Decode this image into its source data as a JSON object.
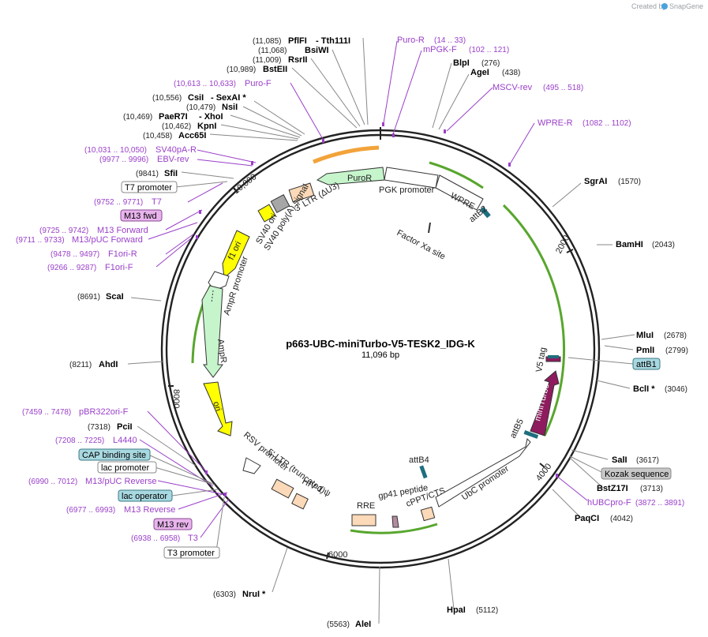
{
  "credit": {
    "text": "Created by",
    "brand": "SnapGene"
  },
  "plasmid": {
    "name": "p663-UBC-miniTurbo-V5-TESK2_IDG-K",
    "length": "11,096 bp"
  },
  "ticks": [
    "2000",
    "4000",
    "6000",
    "8000",
    "10,000"
  ],
  "sites": [
    {
      "name": "PflFI",
      "extra": "- Tth111I",
      "pos": "(11,085)"
    },
    {
      "name": "BsiWI",
      "pos": "(11,068)"
    },
    {
      "name": "RsrII",
      "pos": "(11,009)"
    },
    {
      "name": "BstEII",
      "pos": "(10,989)"
    },
    {
      "name": "CsiI",
      "extra": "- SexAI *",
      "pos": "(10,556)"
    },
    {
      "name": "NsiI",
      "pos": "(10,479)"
    },
    {
      "name": "PaeR7I",
      "extra": "- XhoI",
      "pos": "(10,469)"
    },
    {
      "name": "KpnI",
      "pos": "(10,462)"
    },
    {
      "name": "Acc65I",
      "pos": "(10,458)"
    },
    {
      "name": "SfiI",
      "pos": "(9841)"
    },
    {
      "name": "ScaI",
      "pos": "(8691)"
    },
    {
      "name": "AhdI",
      "pos": "(8211)"
    },
    {
      "name": "PciI",
      "pos": "(7318)"
    },
    {
      "name": "NruI *",
      "pos": "(6303)"
    },
    {
      "name": "AleI",
      "pos": "(5563)"
    },
    {
      "name": "HpaI",
      "pos": "(5112)"
    },
    {
      "name": "PaqCI",
      "pos": "(4042)"
    },
    {
      "name": "BstZ17I",
      "pos": "(3713)"
    },
    {
      "name": "SalI",
      "pos": "(3617)"
    },
    {
      "name": "BclI *",
      "pos": "(3046)"
    },
    {
      "name": "PmlI",
      "pos": "(2799)"
    },
    {
      "name": "MluI",
      "pos": "(2678)"
    },
    {
      "name": "BamHI",
      "pos": "(2043)"
    },
    {
      "name": "SgrAI",
      "pos": "(1570)"
    },
    {
      "name": "AgeI",
      "pos": "(438)"
    },
    {
      "name": "BlpI",
      "pos": "(276)"
    }
  ],
  "primers": [
    {
      "name": "Puro-R",
      "range": "(14 .. 33)"
    },
    {
      "name": "mPGK-F",
      "range": "(102 .. 121)"
    },
    {
      "name": "MSCV-rev",
      "range": "(495 .. 518)"
    },
    {
      "name": "WPRE-R",
      "range": "(1082 .. 1102)"
    },
    {
      "name": "Puro-F",
      "range": "(10,613 .. 10,633)"
    },
    {
      "name": "SV40pA-R",
      "range": "(10,031 .. 10,050)"
    },
    {
      "name": "EBV-rev",
      "range": "(9977 .. 9996)"
    },
    {
      "name": "T7",
      "range": "(9752 .. 9771)"
    },
    {
      "name": "M13 Forward",
      "range": "(9725 .. 9742)"
    },
    {
      "name": "M13/pUC Forward",
      "range": "(9711 .. 9733)"
    },
    {
      "name": "F1ori-R",
      "range": "(9478 .. 9497)"
    },
    {
      "name": "F1ori-F",
      "range": "(9266 .. 9287)"
    },
    {
      "name": "pBR322ori-F",
      "range": "(7459 .. 7478)"
    },
    {
      "name": "L4440",
      "range": "(7208 .. 7225)"
    },
    {
      "name": "M13/pUC Reverse",
      "range": "(6990 .. 7012)"
    },
    {
      "name": "M13 Reverse",
      "range": "(6977 .. 6993)"
    },
    {
      "name": "T3",
      "range": "(6938 .. 6958)"
    },
    {
      "name": "hUBCpro-F",
      "range": "(3872 .. 3891)"
    }
  ],
  "boxed_labels": {
    "t7_promoter": "T7 promoter",
    "m13_fwd": "M13 fwd",
    "cap_site": "CAP binding site",
    "lac_promoter": "lac promoter",
    "lac_operator": "lac operator",
    "m13_rev": "M13 rev",
    "t3_promoter": "T3 promoter",
    "attb1": "attB1",
    "kozak": "Kozak sequence"
  },
  "features": {
    "puror": "PuroR",
    "pgk": "PGK promoter",
    "wpre": "WPRE",
    "attb2": "attB2",
    "factor_xa": "Factor Xa site",
    "ltr3": "3' LTR (ΔU3)",
    "sv40_ori": "SV40 ori",
    "sv40_polya": "SV40 poly(A) signal",
    "f1ori": "f1 ori",
    "ampr_promoter": "AmpR promoter",
    "ampr": "AmpR",
    "ori": "ori",
    "rsv": "RSV promoter",
    "ltr5": "5' LTR (truncated)",
    "hiv": "HIV-1 ψ",
    "rre": "RRE",
    "gp41": "gp41 peptide",
    "cppt": "cPPT/CTS",
    "attb4": "attB4",
    "ubc": "UbC promoter",
    "attb5": "attB5",
    "miniturbo": "miniTurbo",
    "v5": "V5 tag"
  },
  "colors": {
    "backbone": "#222222",
    "primer": "#9a3fc9",
    "orf_green": "#c6f5cc",
    "orf_green_edge": "#4a8c3c",
    "ori_yellow": "#ffff00",
    "misc_tan": "#fcd9b8",
    "promoter_white": "#ffffff",
    "miniturbo": "#8e1b5e",
    "attb_teal": "#1f6e7e",
    "orange_arc": "#f2a33a",
    "green_arc": "#58a62e",
    "cap_box": "#a8d8e0",
    "m13_box": "#e8b4ec",
    "kozak_box": "#c8c8c8"
  }
}
